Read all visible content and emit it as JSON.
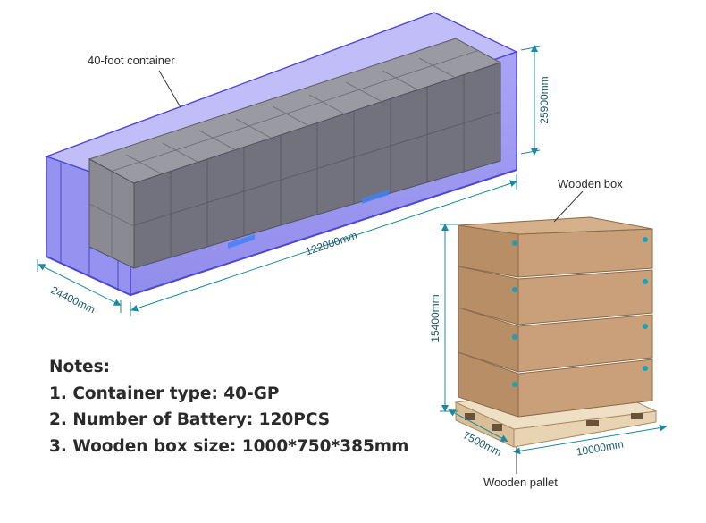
{
  "labels": {
    "container": "40-foot container",
    "wooden_box": "Wooden box",
    "wooden_pallet": "Wooden pallet"
  },
  "dimensions": {
    "container_height": "25900mm",
    "container_length": "122000mm",
    "container_width": "24400mm",
    "box_height": "15400mm",
    "pallet_depth": "7500mm",
    "pallet_width": "10000mm"
  },
  "notes": {
    "heading": "Notes:",
    "items": [
      "1. Container type: 40-GP",
      "2. Number of Battery: 120PCS",
      "3. Wooden box size: 1000*750*385mm"
    ]
  },
  "colors": {
    "container": "#5b55e6",
    "battery_top": "#8e8e96",
    "battery_side": "#6c6c78",
    "cardboard": "#c8a07a",
    "cardboard_dark": "#b48a62",
    "pallet": "#e2cba8",
    "dimension_line": "#1a8aa0",
    "text": "#2a2a2a"
  }
}
